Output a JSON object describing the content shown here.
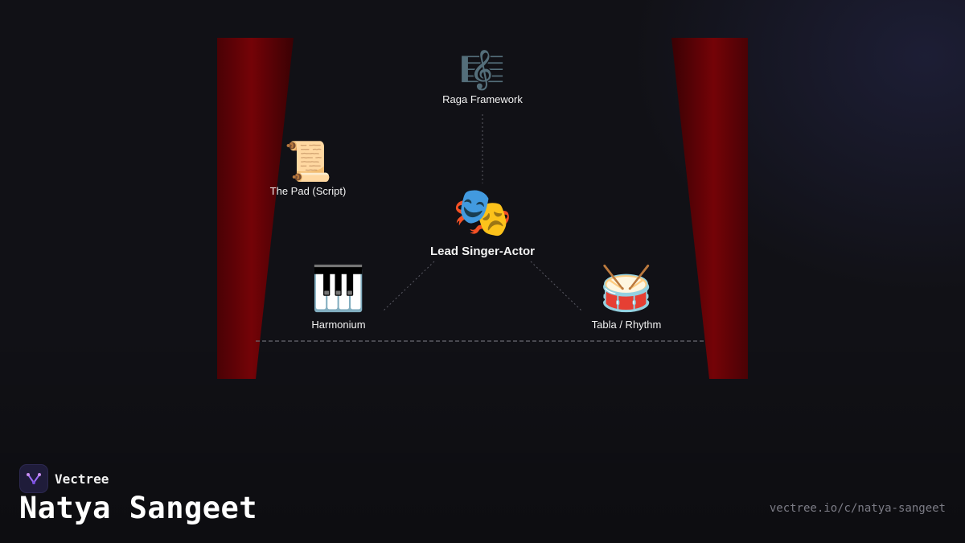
{
  "diagram": {
    "nodes": {
      "raga": {
        "icon": "musical-score-icon",
        "emoji": "🎼",
        "label": "Raga Framework"
      },
      "pad": {
        "icon": "scroll-icon",
        "emoji": "📜",
        "label": "The Pad (Script)"
      },
      "lead": {
        "icon": "performing-arts-masks-icon",
        "emoji": "🎭",
        "label": "Lead Singer-Actor"
      },
      "harmonium": {
        "icon": "piano-keys-icon",
        "emoji": "🎹",
        "label": "Harmonium"
      },
      "tabla": {
        "icon": "drum-icon",
        "emoji": "🥁",
        "label": "Tabla / Rhythm"
      }
    },
    "colors": {
      "background": "#111116",
      "curtain": "#6b0306",
      "connector": "#5a5a64",
      "stage_line": "#6a6a72"
    }
  },
  "footer": {
    "brand": "Vectree",
    "brand_icon": "vectree-logo-icon",
    "title": "Natya Sangeet",
    "url": "vectree.io/c/natya-sangeet"
  }
}
